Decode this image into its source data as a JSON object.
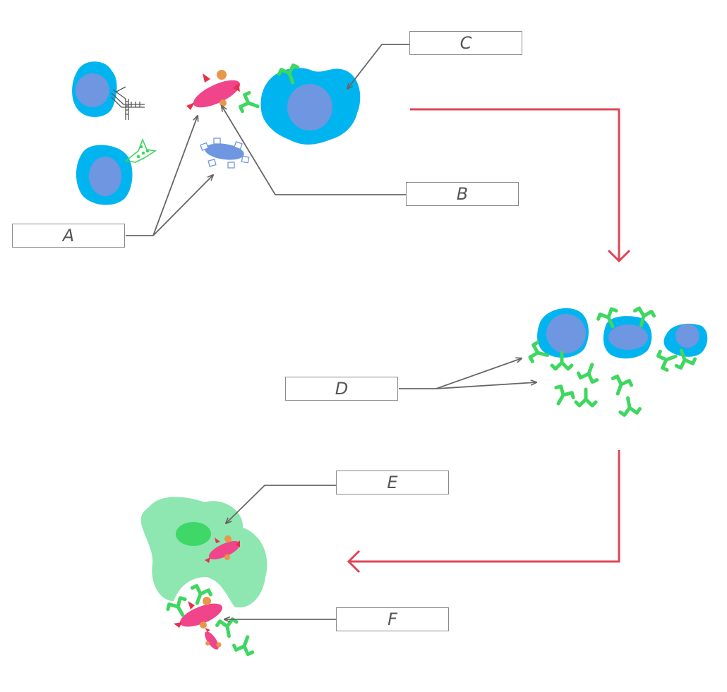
{
  "labels": {
    "a": "A",
    "b": "B",
    "c": "C",
    "d": "D",
    "e": "E",
    "f": "F"
  },
  "colors": {
    "cell_membrane": "#00b4f0",
    "nucleus": "#6f96e0",
    "antibody": "#3ed760",
    "pathogen": "#f0458a",
    "pathogen_spike": "#e8304a",
    "pathogen_bump": "#e8974a",
    "macrophage": "#8ee6b0",
    "macrophage_nucleus": "#3ed768",
    "flow_arrow": "#e04457",
    "pointer": "#666666"
  }
}
